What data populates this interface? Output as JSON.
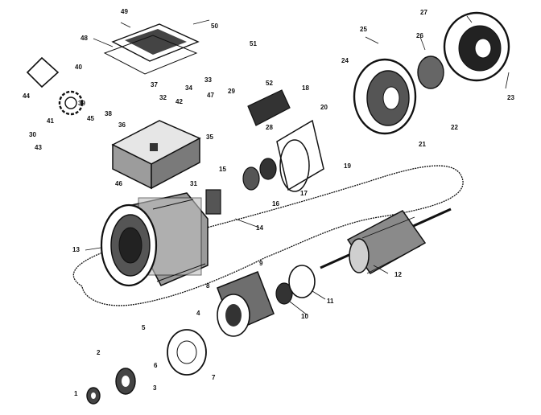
{
  "diagram": {
    "kind": "exploded parts view of an electric motor",
    "ink_color": "#111111",
    "paper_color": "#ffffff",
    "callouts": [
      "1",
      "2",
      "3",
      "4",
      "5",
      "6",
      "7",
      "8",
      "9",
      "10",
      "11",
      "12",
      "13",
      "14",
      "15",
      "16",
      "17",
      "18",
      "19",
      "20",
      "21",
      "22",
      "23",
      "24",
      "25",
      "26",
      "27",
      "28",
      "29",
      "30",
      "31",
      "32",
      "33",
      "34",
      "35",
      "36",
      "37",
      "38",
      "39",
      "40",
      "41",
      "42",
      "43",
      "44",
      "45",
      "46",
      "47",
      "48",
      "49",
      "50",
      "51",
      "52"
    ],
    "parts": {
      "p1": "1",
      "p2": "2",
      "p3": "3",
      "p4": "4",
      "p5": "5",
      "p6": "6",
      "p7": "7",
      "p8": "8",
      "p9": "9",
      "p10": "10",
      "p11": "11",
      "p12": "12",
      "p13": "13",
      "p14": "14",
      "p15": "15",
      "p16": "16",
      "p17": "17",
      "p18": "18",
      "p19": "19",
      "p20": "20",
      "p21": "21",
      "p22": "22",
      "p23": "23",
      "p24": "24",
      "p25": "25",
      "p26": "26",
      "p27": "27",
      "p28": "28",
      "p29": "29",
      "p30": "30",
      "p31": "31",
      "p32": "32",
      "p33": "33",
      "p34": "34",
      "p35": "35",
      "p36": "36",
      "p37": "37",
      "p38": "38",
      "p39": "39",
      "p40": "40",
      "p41": "41",
      "p42": "42",
      "p43": "43",
      "p44": "44",
      "p45": "45",
      "p46": "46",
      "p47": "47",
      "p48": "48",
      "p49": "49",
      "p50": "50",
      "p51": "51",
      "p52": "52"
    }
  }
}
